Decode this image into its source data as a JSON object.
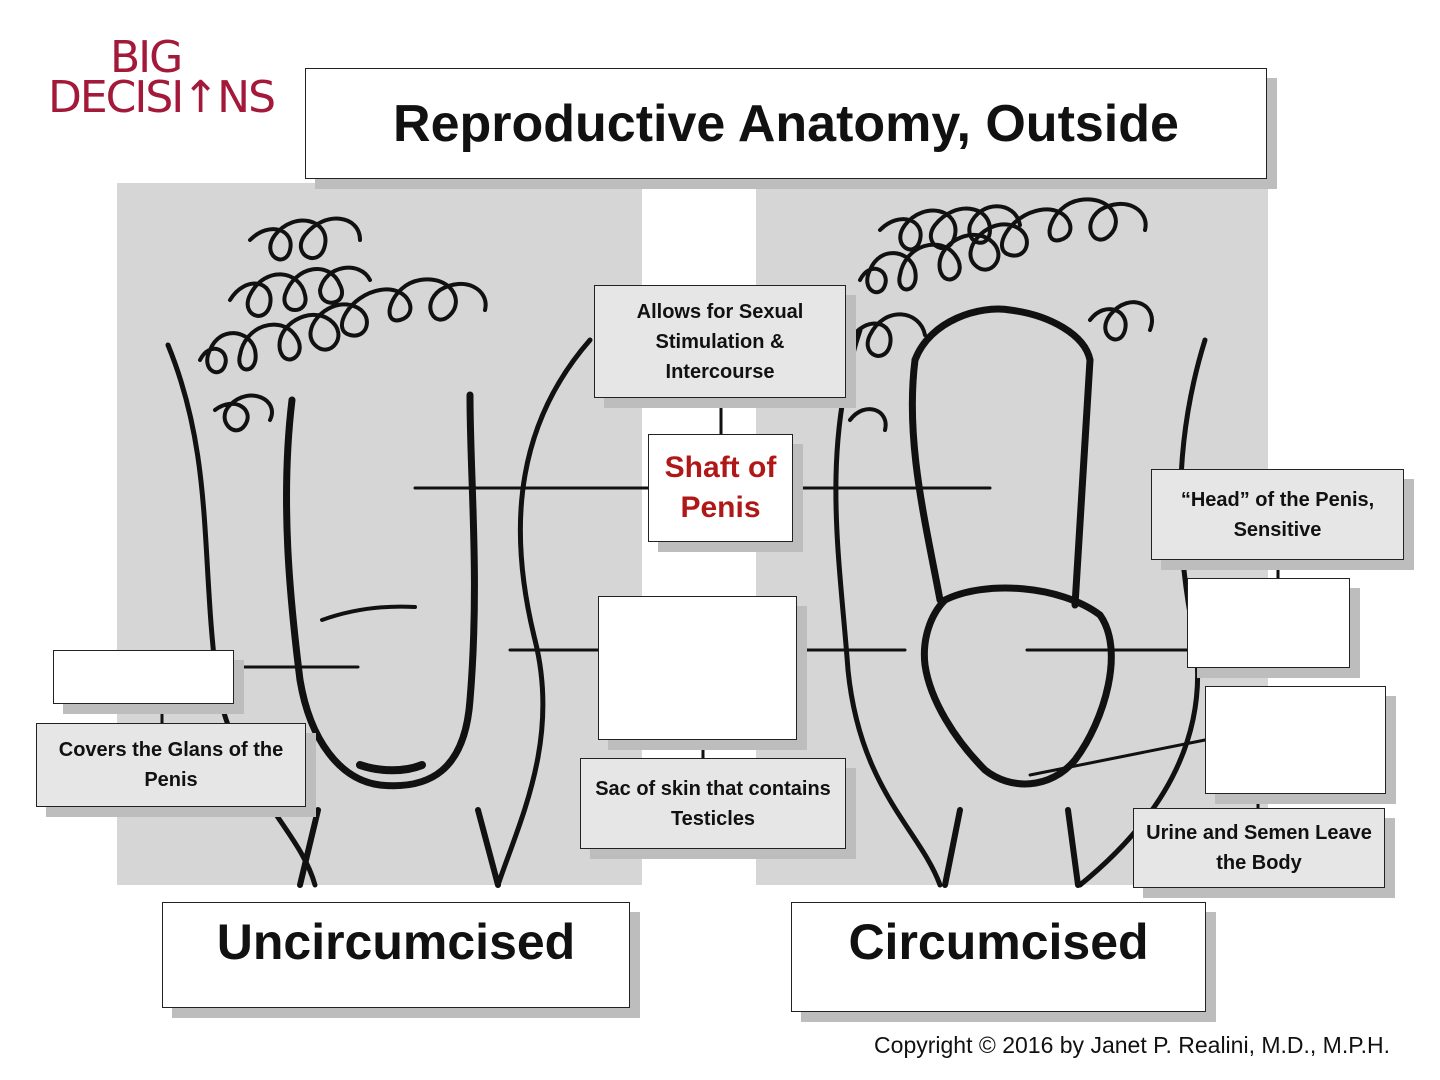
{
  "logo": {
    "line1": "BIG",
    "line2": "DECISI↑NS"
  },
  "title": "Reproductive Anatomy, Outside",
  "labels": {
    "sexual": "Allows for Sexual Stimulation & Intercourse",
    "shaft": "Shaft of Penis",
    "head": "“Head” of the Penis, Sensitive",
    "foreskin_desc": "Covers the Glans of the Penis",
    "scrotum_desc": "Sac of skin that contains Testicles",
    "urethra_desc": "Urine and Semen Leave the Body"
  },
  "captions": {
    "left": "Uncircumcised",
    "right": "Circumcised"
  },
  "copyright": "Copyright © 2016 by Janet P. Realini, M.D., M.P.H.",
  "colors": {
    "accent": "#a3193a",
    "shaft_label": "#b01818",
    "panel": "#d6d6d6"
  }
}
